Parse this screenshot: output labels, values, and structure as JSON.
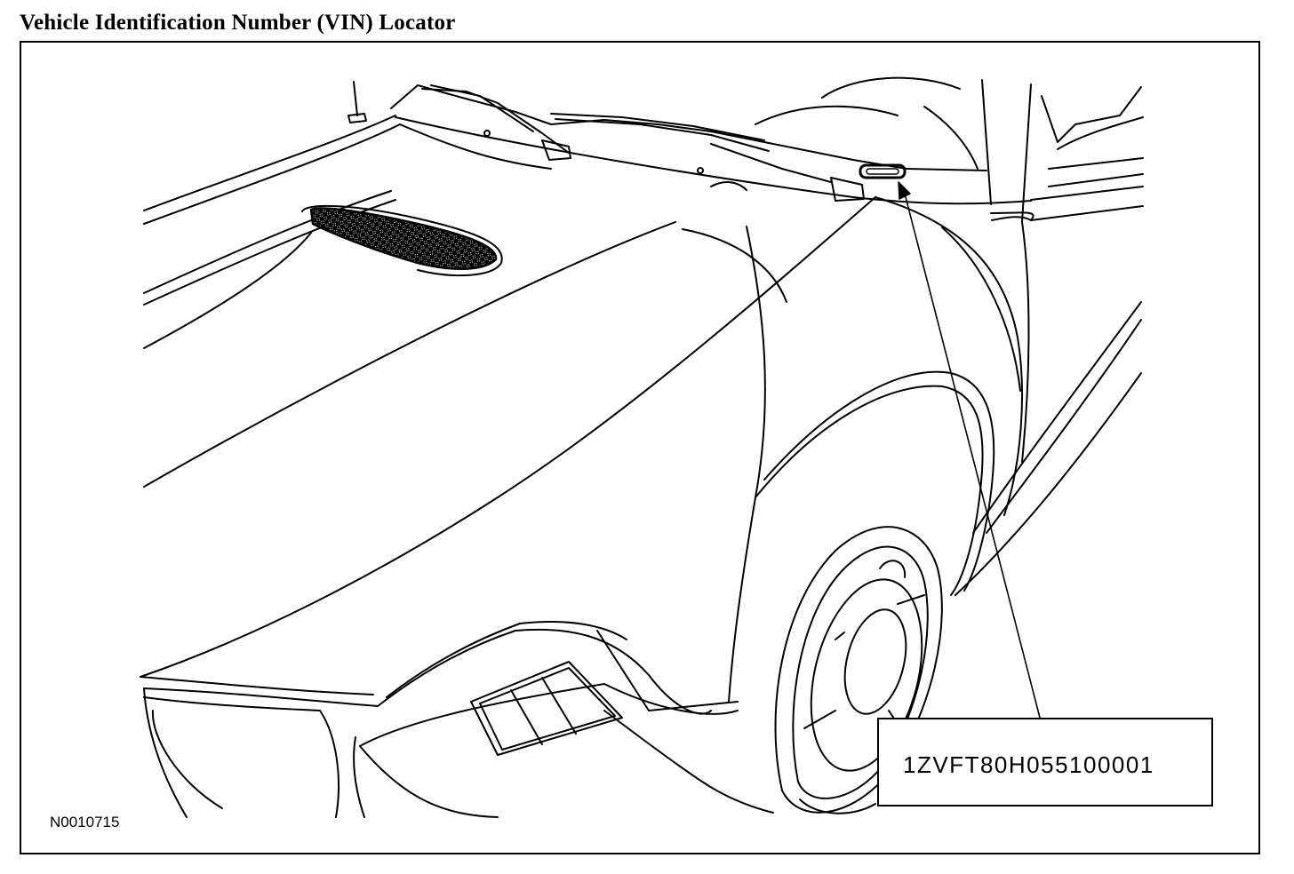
{
  "title": "Vehicle Identification Number (VIN) Locator",
  "vin_callout": "1ZVFT80H055100001",
  "figure_id": "N0010715"
}
